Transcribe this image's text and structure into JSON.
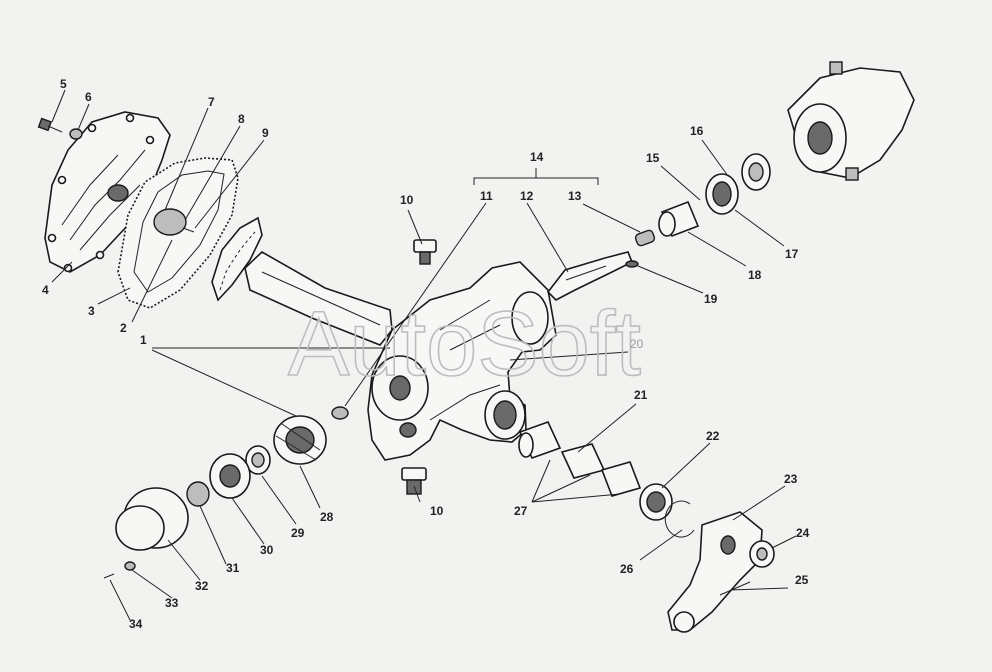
{
  "watermark": {
    "brand": "AutoSoft"
  },
  "callouts": [
    {
      "id": "1",
      "text": "1"
    },
    {
      "id": "2",
      "text": "2"
    },
    {
      "id": "3",
      "text": "3"
    },
    {
      "id": "4",
      "text": "4"
    },
    {
      "id": "5",
      "text": "5"
    },
    {
      "id": "6",
      "text": "6"
    },
    {
      "id": "7",
      "text": "7"
    },
    {
      "id": "8",
      "text": "8"
    },
    {
      "id": "9",
      "text": "9"
    },
    {
      "id": "10a",
      "text": "10"
    },
    {
      "id": "10b",
      "text": "10"
    },
    {
      "id": "11",
      "text": "11"
    },
    {
      "id": "12",
      "text": "12"
    },
    {
      "id": "13",
      "text": "13"
    },
    {
      "id": "14",
      "text": "14"
    },
    {
      "id": "15",
      "text": "15"
    },
    {
      "id": "16",
      "text": "16"
    },
    {
      "id": "17",
      "text": "17"
    },
    {
      "id": "18",
      "text": "18"
    },
    {
      "id": "19",
      "text": "19"
    },
    {
      "id": "20",
      "text": "20"
    },
    {
      "id": "21",
      "text": "21"
    },
    {
      "id": "22",
      "text": "22"
    },
    {
      "id": "23",
      "text": "23"
    },
    {
      "id": "24",
      "text": "24"
    },
    {
      "id": "25",
      "text": "25"
    },
    {
      "id": "26",
      "text": "26"
    },
    {
      "id": "27",
      "text": "27"
    },
    {
      "id": "28",
      "text": "28"
    },
    {
      "id": "29",
      "text": "29"
    },
    {
      "id": "30",
      "text": "30"
    },
    {
      "id": "31",
      "text": "31"
    },
    {
      "id": "32",
      "text": "32"
    },
    {
      "id": "33",
      "text": "33"
    },
    {
      "id": "34",
      "text": "34"
    }
  ]
}
